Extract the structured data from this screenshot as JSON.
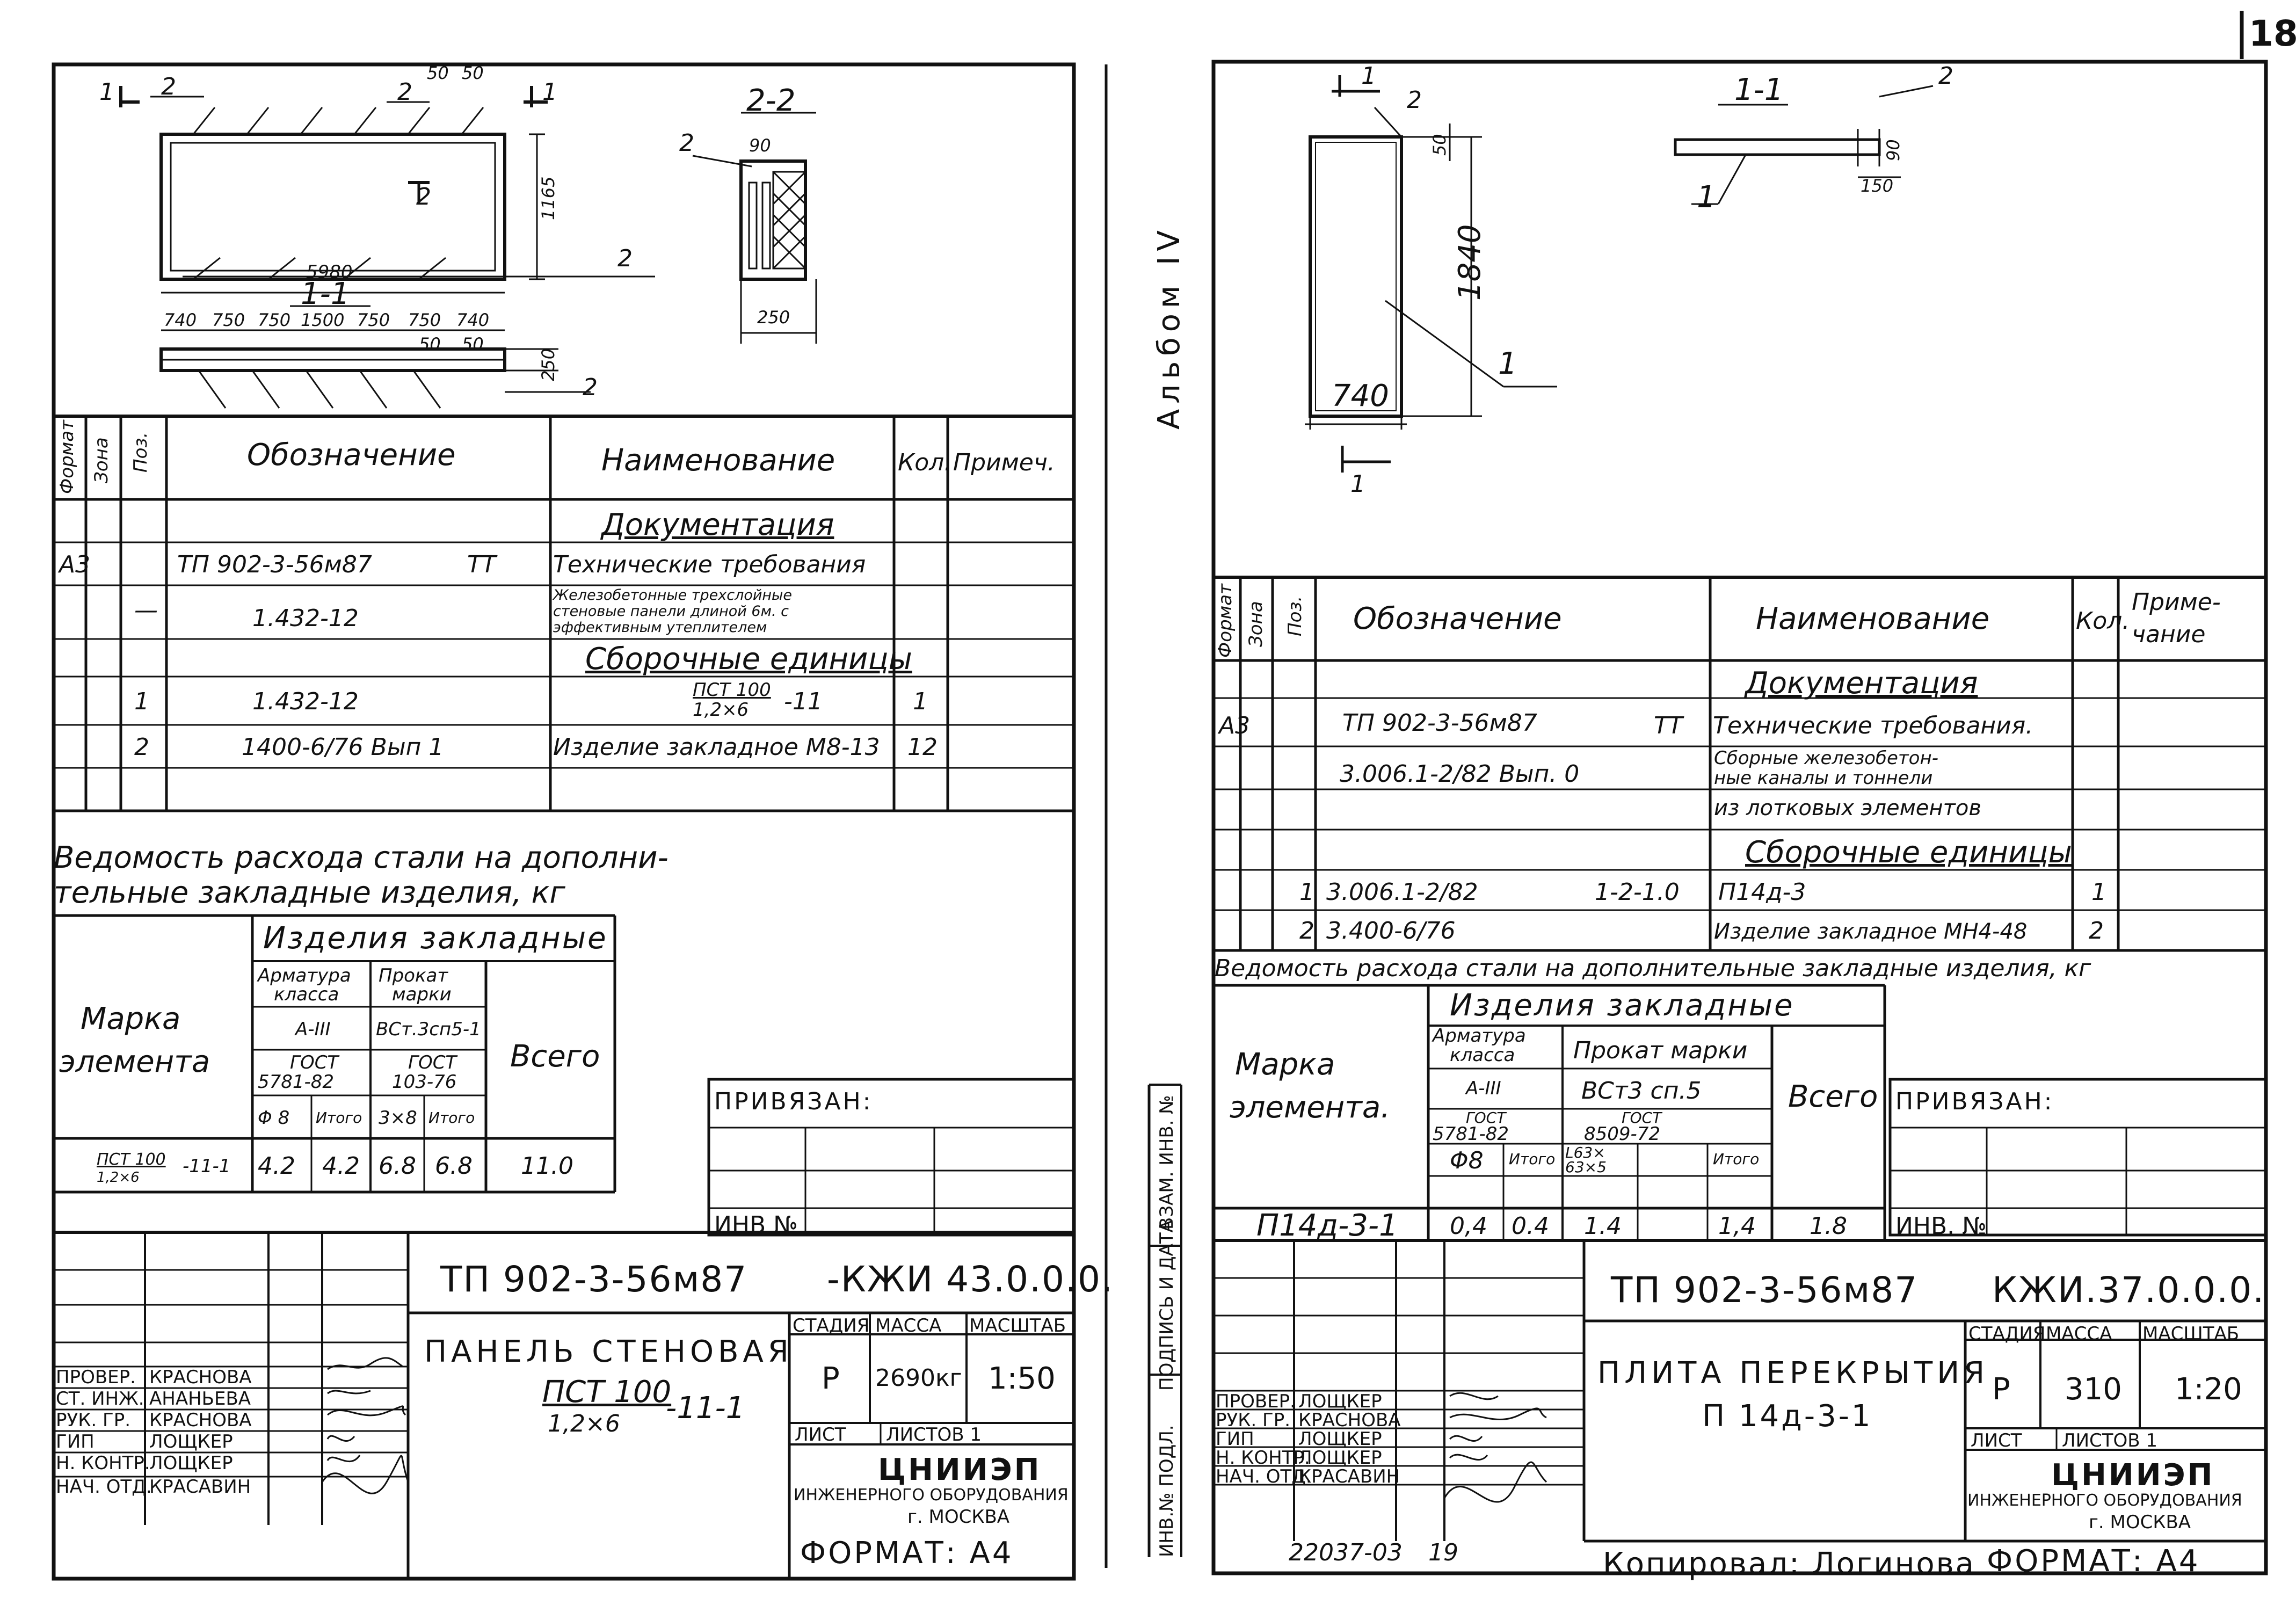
{
  "page_number": "18",
  "album_label": "Альбом IV",
  "side_stamp": {
    "f1": "ИНВ.№ ПОДЛ.",
    "f2": "ПОДПИСЬ И ДАТА",
    "f3": "ВЗАМ. ИНВ. №"
  },
  "left_sheet": {
    "drawing": {
      "section_mark_1": "1",
      "pos_2": "2",
      "dim_50a": "50",
      "dim_50b": "50",
      "dim_1165": "1165",
      "dim_5980": "5980",
      "cut_2": "2",
      "section_2_2_title": "2-2",
      "dim_90": "90",
      "dim_250": "250",
      "section_1_1_title": "1-1",
      "dim_chain": [
        "740",
        "750",
        "750",
        "1500",
        "750",
        "750",
        "740"
      ],
      "dim_50c": "50",
      "dim_50d": "50",
      "dim_250b": "250"
    },
    "spec_table": {
      "h_format": "Формат",
      "h_zone": "Зона",
      "h_pos": "Поз.",
      "h_designation": "Обозначение",
      "h_name": "Наименование",
      "h_qty": "Кол.",
      "h_note": "Примеч.",
      "sec_docs": "Документация",
      "r1_format": "А3",
      "r1_designation": "ТП 902-3-56м87",
      "r1_tt": "ТТ",
      "r1_name": "Технические требования",
      "r2_pos": "—",
      "r2_designation": "1.432-12",
      "r2_name_l1": "Железобетонные трехслойные",
      "r2_name_l2": "стеновые панели длиной 6м. с",
      "r2_name_l3": "эффективным утеплителем",
      "sec_assembly": "Сборочные единицы",
      "r3_pos": "1",
      "r3_designation": "1.432-12",
      "r3_name_num": "ПСТ 100",
      "r3_name_den": "1,2×6",
      "r3_name_suffix": "-11",
      "r3_qty": "1",
      "r4_pos": "2",
      "r4_designation": "1400-6/76 Вып 1",
      "r4_name": "Изделие закладное М8-13",
      "r4_qty": "12"
    },
    "steel": {
      "title_l1": "Ведомость расхода стали на дополни-",
      "title_l2": "тельные закладные изделия, кг",
      "h_embedded": "Изделия закладные",
      "h_mark_l1": "Марка",
      "h_mark_l2": "элемента",
      "h_rebar_l1": "Арматура",
      "h_rebar_l2": "класса",
      "h_rebar_cls": "А-III",
      "h_rebar_gost_l1": "ГОСТ",
      "h_rebar_gost_l2": "5781-82",
      "h_rolled_l1": "Прокат",
      "h_rolled_l2": "марки",
      "h_rolled_cls": "ВСт.3сп5-1",
      "h_rolled_gost_l1": "ГОСТ",
      "h_rolled_gost_l2": "103-76",
      "h_total": "Всего",
      "h_phi8": "Φ 8",
      "h_itogo1": "Итого",
      "h_38": "3×8",
      "h_itogo2": "Итого",
      "row_mark_num": "ПСТ 100",
      "row_mark_den": "1,2×6",
      "row_mark_suffix": "-11-1",
      "v1": "4.2",
      "v2": "4.2",
      "v3": "6.8",
      "v4": "6.8",
      "v5": "11.0"
    },
    "privyazan": "ПРИВЯЗАН:",
    "inv_no": "ИНВ №",
    "title_block": {
      "code": "ТП 902-3-56м87",
      "doc_code": "-КЖИ 43.0.0.0.",
      "name_l1": "ПАНЕЛЬ СТЕНОВАЯ",
      "name_num": "ПСТ 100",
      "name_den": "1,2×6",
      "name_suffix": "-11-1",
      "h_stage": "СТАДИЯ",
      "h_mass": "МАССА",
      "h_scale": "МАСШТАБ",
      "stage": "Р",
      "mass": "2690кг",
      "scale": "1:50",
      "sheet": "ЛИСТ",
      "sheets": "ЛИСТОВ 1",
      "org_l1": "ЦНИИЭП",
      "org_l2": "ИНЖЕНЕРНОГО ОБОРУДОВАНИЯ",
      "org_l3": "г. МОСКВА",
      "roles": [
        "ПРОВЕР.",
        "СТ. ИНЖ.",
        "РУК. ГР.",
        "ГИП",
        "Н. КОНТР.",
        "НАЧ. ОТД."
      ],
      "names": [
        "КРАСНОВА",
        "АНАНЬЕВА",
        "КРАСНОВА",
        "ЛОЩКЕР",
        "ЛОЩКЕР",
        "КРАСАВИН"
      ]
    },
    "format_label": "ФОРМАТ: А4"
  },
  "right_sheet": {
    "drawing": {
      "section_mark_1": "1",
      "pos_2": "2",
      "dim_50": "50",
      "dim_1840": "1840",
      "dim_740": "740",
      "pos_1": "1",
      "section_1_1_title": "1-1",
      "pos_2b": "2",
      "dim_90": "90",
      "dim_150": "150",
      "pos_1b": "1"
    },
    "spec_table": {
      "h_format": "Формат",
      "h_zone": "Зона",
      "h_pos": "Поз.",
      "h_designation": "Обозначение",
      "h_name": "Наименование",
      "h_qty": "Кол.",
      "h_note_l1": "Приме-",
      "h_note_l2": "чание",
      "sec_docs": "Документация",
      "r1_format": "А3",
      "r1_designation": "ТП 902-3-56м87",
      "r1_tt": "ТТ",
      "r1_name": "Технические требования.",
      "r2_designation": "3.006.1-2/82 Вып. 0",
      "r2_name_l1": "Сборные железобетон-",
      "r2_name_l2": "ные каналы и тоннели",
      "r2_name_l3": "из лотковых элементов",
      "sec_assembly": "Сборочные единицы",
      "r3_pos": "1",
      "r3_designation": "3.006.1-2/82",
      "r3_ref": "1-2-1.0",
      "r3_name": "П14д-3",
      "r3_qty": "1",
      "r4_pos": "2",
      "r4_designation": "3.400-6/76",
      "r4_name": "Изделие закладное МН4-48",
      "r4_qty": "2"
    },
    "steel": {
      "title": "Ведомость расхода стали на дополнительные закладные изделия, кг",
      "h_embedded": "Изделия закладные",
      "h_mark_l1": "Марка",
      "h_mark_l2": "элемента.",
      "h_rebar_l1": "Арматура",
      "h_rebar_l2": "класса",
      "h_rebar_cls": "А-III",
      "h_rebar_gost_l1": "ГОСТ",
      "h_rebar_gost_l2": "5781-82",
      "h_rolled": "Прокат марки",
      "h_rolled_cls": "ВСт3 сп.5",
      "h_rolled_gost_l1": "ГОСТ",
      "h_rolled_gost_l2": "8509-72",
      "h_total": "Всего",
      "h_phi8": "Φ8",
      "h_itogo1": "Итого",
      "h_angle_l1": "L63×",
      "h_angle_l2": "63×5",
      "h_itogo2": "Итого",
      "row_mark": "П14д-3-1",
      "v1": "0,4",
      "v2": "0.4",
      "v3": "1.4",
      "v4": "",
      "v5": "1,4",
      "v6": "1.8"
    },
    "privyazan": "ПРИВЯЗАН:",
    "inv_no": "ИНВ. №",
    "title_block": {
      "code": "ТП 902-3-56м87",
      "doc_code": "КЖИ.37.0.0.0.",
      "name_l1": "ПЛИТА ПЕРЕКРЫТИЯ",
      "name_l2": "П 14д-3-1",
      "h_stage": "СТАДИЯ",
      "h_mass": "МАССА",
      "h_scale": "МАСШТАБ",
      "stage": "Р",
      "mass": "310",
      "scale": "1:20",
      "sheet": "ЛИСТ",
      "sheets": "ЛИСТОВ 1",
      "org_l1": "ЦНИИЭП",
      "org_l2": "ИНЖЕНЕРНОГО ОБОРУДОВАНИЯ",
      "org_l3": "г. МОСКВА",
      "roles": [
        "ПРОВЕР.",
        "РУК. ГР.",
        "ГИП",
        "Н. КОНТР.",
        "НАЧ. ОТД."
      ],
      "names": [
        "ЛОЩКЕР",
        "КРАСНОВА",
        "ЛОЩКЕР",
        "ЛОЩКЕР",
        "КРАСАВИН"
      ]
    },
    "format_label": "ФОРМАТ: А4"
  },
  "footer": {
    "archive_code": "22037-03",
    "archive_num": "19",
    "copied_by": "Копировал: Логинова"
  }
}
